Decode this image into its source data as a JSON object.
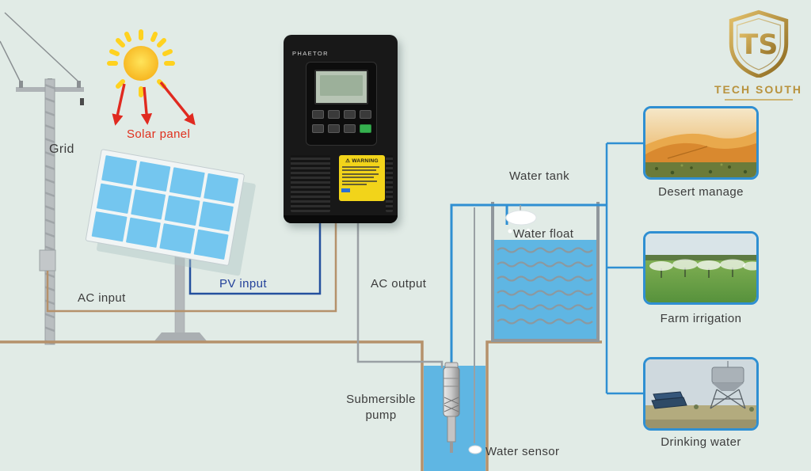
{
  "logo": {
    "monogram": "TS",
    "title": "TECH SOUTH"
  },
  "labels": {
    "grid": "Grid",
    "solar_panel": "Solar panel",
    "ac_input": "AC input",
    "pv_input": "PV input",
    "ac_output": "AC output",
    "water_tank": "Water tank",
    "water_float": "Water float",
    "submersible_pump": "Submersible pump",
    "water_sensor": "Water sensor"
  },
  "inverter": {
    "brand": "PHAETOR",
    "warning_title": "WARNING"
  },
  "applications": [
    {
      "label": "Desert manage",
      "image": "desert-dunes"
    },
    {
      "label": "Farm irrigation",
      "image": "sprinkler-field"
    },
    {
      "label": "Drinking water",
      "image": "water-tower"
    }
  ],
  "colors": {
    "background": "#e1ebe6",
    "accent_blue": "#2f8fd2",
    "wire_blue": "#24509e",
    "wire_brown": "#b5916b",
    "wire_gray": "#9aa0a4",
    "water": "#5fb6e3",
    "panel_cell": "#74c6ef",
    "label_red": "#e0301e",
    "label_blue": "#23419a",
    "gold": "#b8923d",
    "sun_yellow": "#ffd21f",
    "arrow_red": "#e02a20"
  }
}
